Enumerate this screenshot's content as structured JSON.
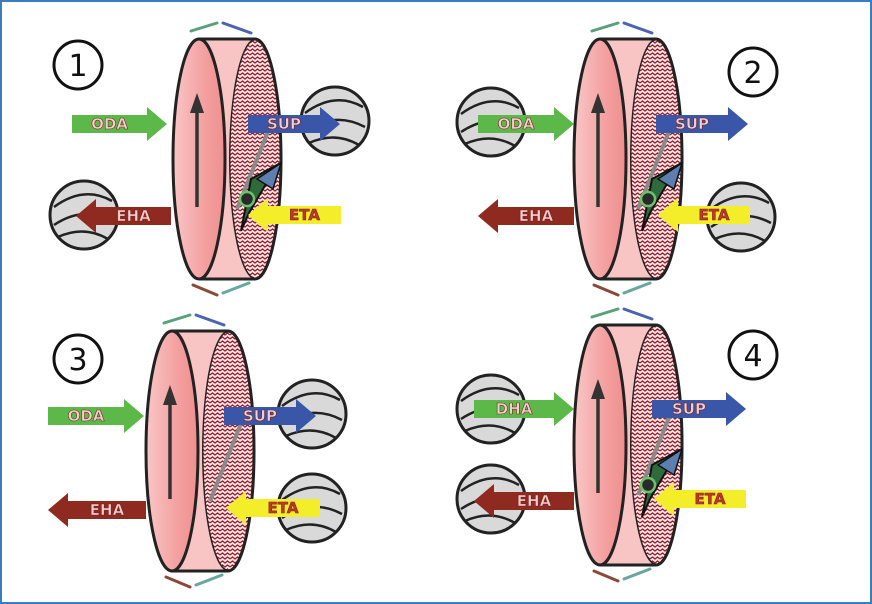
{
  "colors": {
    "border": "#3a7cc0",
    "wheel_face": "#f6a3a3",
    "wheel_edge": "#f8c4c4",
    "wheel_hatch": "#9a1d2a",
    "oda": "#5db84a",
    "sup": "#3956a8",
    "eha": "#8e2a1f",
    "eta": "#f4ee2a",
    "fan": "#d9d9d9",
    "purge": "#2f6b3a"
  },
  "panels": [
    {
      "number": "1",
      "labels": {
        "oda": "ODA",
        "sup": "SUP",
        "eha": "EHA",
        "eta": "ETA"
      }
    },
    {
      "number": "2",
      "labels": {
        "oda": "ODA",
        "sup": "SUP",
        "eha": "EHA",
        "eta": "ETA"
      }
    },
    {
      "number": "3",
      "labels": {
        "oda": "ODA",
        "sup": "SUP",
        "eha": "EHA",
        "eta": "ETA"
      }
    },
    {
      "number": "4",
      "labels": {
        "oda": "DHA",
        "sup": "SUP",
        "eha": "EHA",
        "eta": "ETA"
      }
    }
  ]
}
